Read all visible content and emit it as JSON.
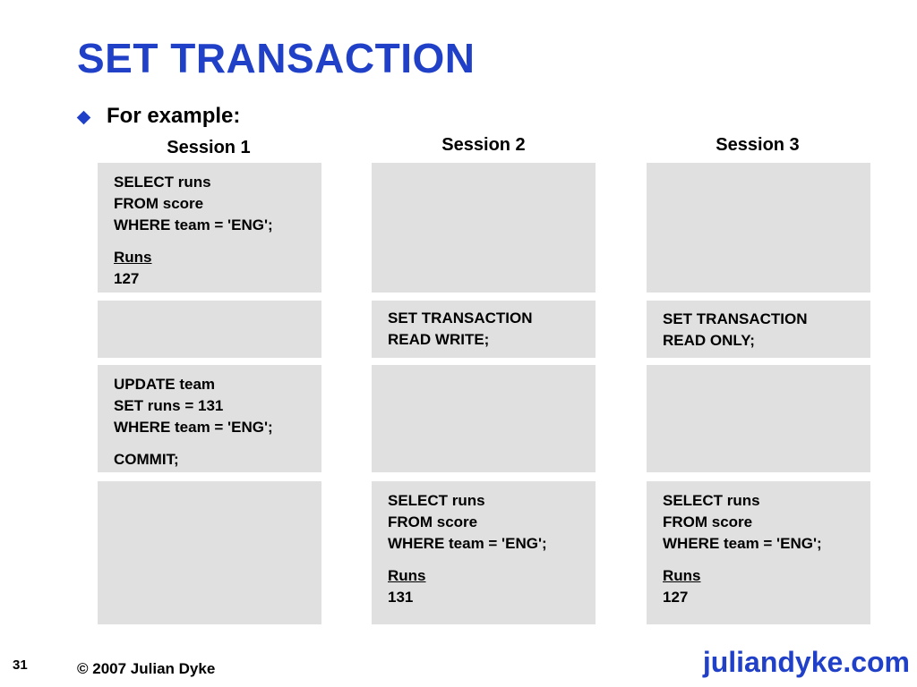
{
  "slide": {
    "title": "SET TRANSACTION",
    "bullet": "For example:"
  },
  "sessions": [
    {
      "header": "Session 1"
    },
    {
      "header": "Session 2"
    },
    {
      "header": "Session 3"
    }
  ],
  "rows": [
    {
      "s1": {
        "lines": [
          "SELECT runs",
          "FROM score",
          "WHERE team = 'ENG';"
        ],
        "result_label": "Runs",
        "result_value": "127"
      },
      "s2": {},
      "s3": {}
    },
    {
      "s1": {},
      "s2": {
        "lines": [
          "SET TRANSACTION",
          "READ WRITE;"
        ]
      },
      "s3": {
        "lines": [
          "SET TRANSACTION",
          "READ ONLY;"
        ]
      }
    },
    {
      "s1": {
        "lines": [
          "UPDATE team",
          "SET runs = 131",
          "WHERE team = 'ENG';"
        ],
        "extra": "COMMIT;"
      },
      "s2": {},
      "s3": {}
    },
    {
      "s1": {},
      "s2": {
        "lines": [
          "SELECT runs",
          "FROM score",
          "WHERE team = 'ENG';"
        ],
        "result_label": "Runs",
        "result_value": "131"
      },
      "s3": {
        "lines": [
          "SELECT runs",
          "FROM score",
          "WHERE team = 'ENG';"
        ],
        "result_label": "Runs",
        "result_value": "127"
      }
    }
  ],
  "footer": {
    "page_number": "31",
    "copyright": "© 2007 Julian Dyke",
    "site": "juliandyke.com"
  },
  "colors": {
    "accent": "#2040c8",
    "box": "#e0e0e0"
  }
}
